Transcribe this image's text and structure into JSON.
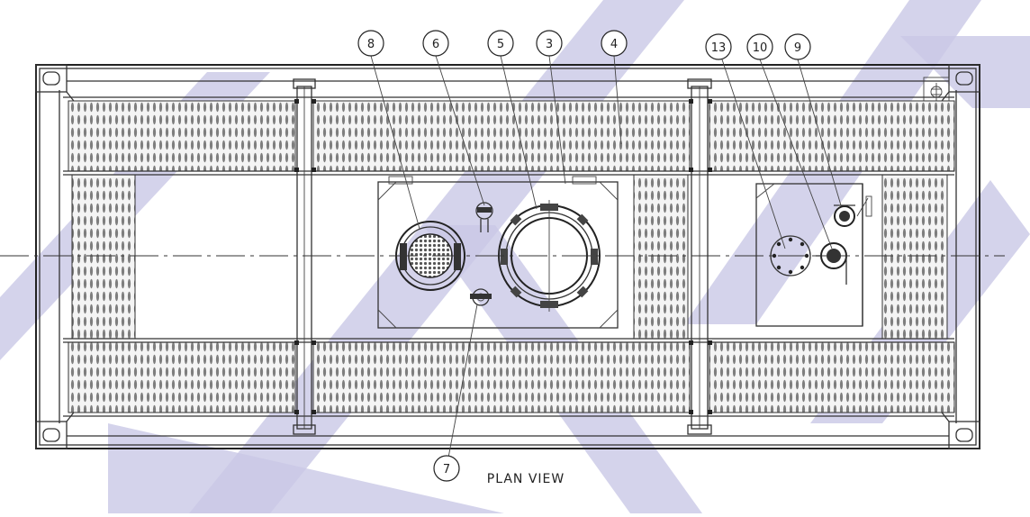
{
  "drawing": {
    "view_label": "PLAN VIEW",
    "callouts": [
      {
        "id": "callout-8",
        "label": "8"
      },
      {
        "id": "callout-6",
        "label": "6"
      },
      {
        "id": "callout-5",
        "label": "5"
      },
      {
        "id": "callout-3",
        "label": "3"
      },
      {
        "id": "callout-4",
        "label": "4"
      },
      {
        "id": "callout-13",
        "label": "13"
      },
      {
        "id": "callout-10",
        "label": "10"
      },
      {
        "id": "callout-9",
        "label": "9"
      },
      {
        "id": "callout-7",
        "label": "7"
      }
    ]
  },
  "colors": {
    "line": "#333333",
    "grating": "#8a8a8a",
    "watermark": "#c9c8e6"
  }
}
